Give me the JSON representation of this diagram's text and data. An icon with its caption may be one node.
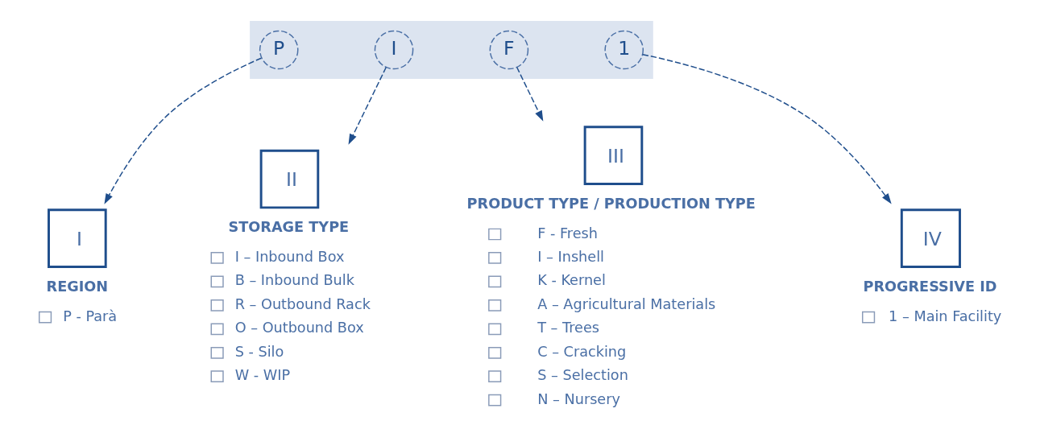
{
  "diagram": {
    "nodes": [
      {
        "text": [],
        "shape": "bar"
      },
      {
        "text": [
          "P"
        ],
        "in": 0
      },
      {
        "text": [
          "I"
        ],
        "in": 0
      },
      {
        "text": [
          "F"
        ],
        "in": 0
      },
      {
        "text": [
          "1"
        ],
        "in": 0
      },
      {
        "text": [
          "I",
          "REGION",
          "P - Parà"
        ]
      },
      {
        "text": [
          "II",
          "STORAGE TYPE",
          "I – Inbound Box",
          "B – Inbound Bulk",
          "R – Outbound Rack",
          "O – Outbound Box",
          "S - Silo",
          "W - WIP"
        ]
      },
      {
        "text": [
          "III",
          "PRODUCT TYPE / PRODUCTION TYPE",
          "F - Fresh",
          "I – Inshell",
          "K - Kernel",
          "A – Agricultural Materials",
          "T – Trees",
          "C – Cracking",
          "S – Selection",
          "N – Nursery"
        ]
      },
      {
        "text": [
          "IV",
          "PROGRESSIVE ID",
          "1 – Main Facility"
        ]
      }
    ],
    "edges": [
      {
        "from": 1,
        "to": 5,
        "arrow": "to",
        "style": "dashed"
      },
      {
        "from": 2,
        "to": 6,
        "arrow": "to",
        "style": "dashed"
      },
      {
        "from": 3,
        "to": 7,
        "arrow": "to",
        "style": "dashed"
      },
      {
        "from": 4,
        "to": 8,
        "arrow": "to",
        "style": "dashed"
      }
    ]
  }
}
